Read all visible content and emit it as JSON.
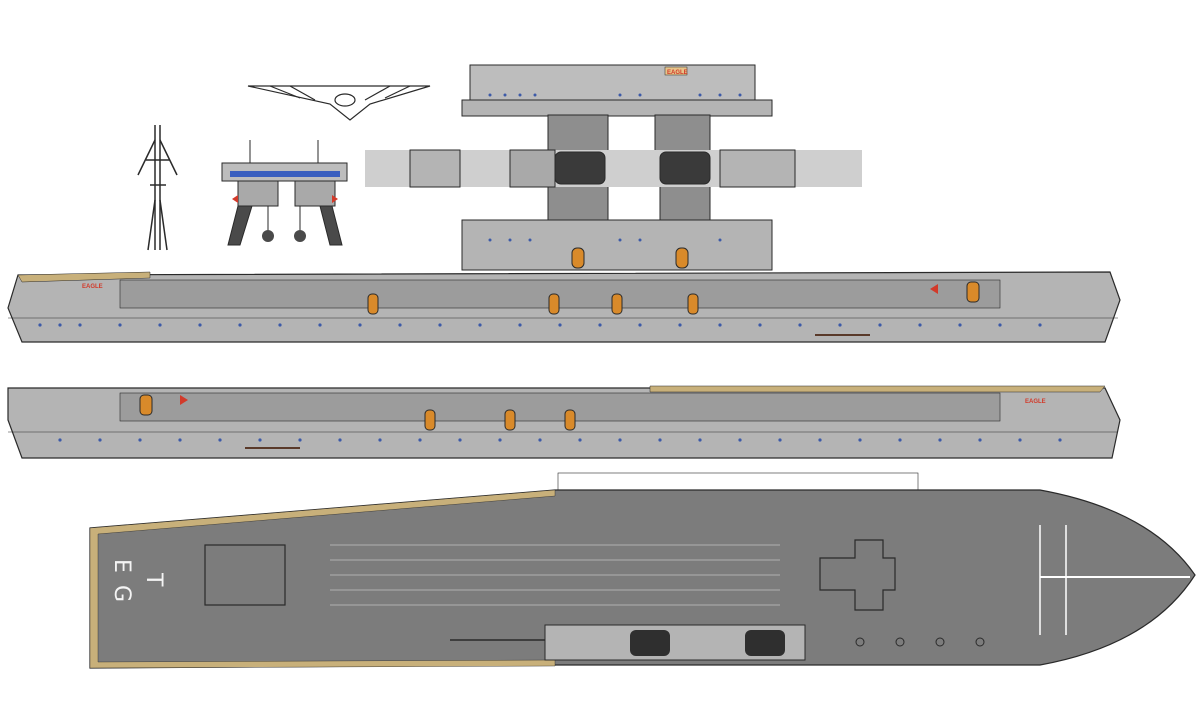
{
  "drawing": {
    "hull_labels": {
      "starboard_name": "EAGLE",
      "port_name": "EAGLE",
      "island_plate": "EAGLE"
    },
    "flight_deck_markings": {
      "letter_top": "T",
      "letter_left": "E",
      "letter_right": "G"
    },
    "colors": {
      "hull_grey": "#b4b4b4",
      "deck_grey": "#7c7c7c",
      "outline": "#2a2a2a",
      "planking": "#c8b07a",
      "porthole_blue": "#3c5aa8",
      "boat_orange": "#d98a2a",
      "accent_red": "#d23a2a",
      "band_grey": "#cfcfcf",
      "crane_blue": "#3a5fbf"
    },
    "icons": [
      "tripod-mast-icon",
      "crane-gantry-icon",
      "crane-front-icon",
      "red-arrow-icon",
      "lifeboat-icon"
    ]
  }
}
